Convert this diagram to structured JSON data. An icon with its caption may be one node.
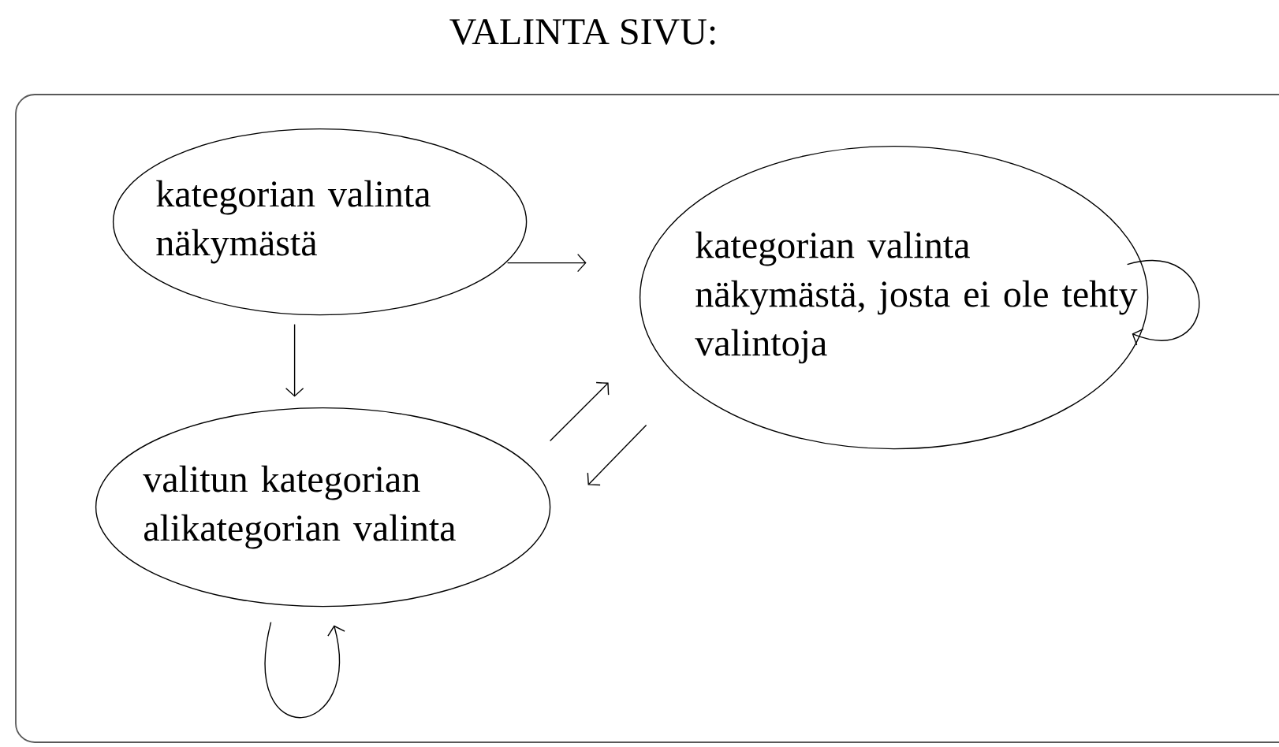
{
  "diagram": {
    "nodes": [
      {
        "text": [
          "VALINTA SIVU:"
        ]
      },
      {
        "text": [
          "kategorian valinta näkymästä"
        ],
        "in": 0
      },
      {
        "text": [
          "valitun kategorian alikategorian valinta"
        ],
        "in": 0
      },
      {
        "text": [
          "kategorian valinta näkymästä, josta ei ole tehty valintoja"
        ],
        "in": 0
      }
    ],
    "edges": [
      {
        "from": 1,
        "to": 3,
        "arrow": "to"
      },
      {
        "from": 1,
        "to": 2,
        "arrow": "to"
      },
      {
        "from": 2,
        "to": 3,
        "arrow": "to"
      },
      {
        "from": 3,
        "to": 2,
        "arrow": "to"
      },
      {
        "from": 3,
        "to": 3,
        "arrow": "to"
      },
      {
        "from": 2,
        "to": 2,
        "arrow": "to"
      }
    ]
  }
}
